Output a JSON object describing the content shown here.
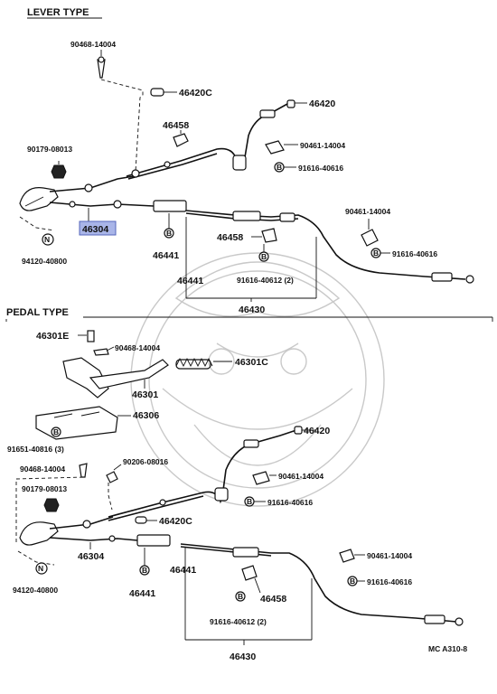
{
  "sections": {
    "lever_type": "LEVER TYPE",
    "pedal_type": "PEDAL TYPE"
  },
  "lever": {
    "p_90468_14004": "90468-14004",
    "p_46420C": "46420C",
    "p_46458a": "46458",
    "p_46420": "46420",
    "p_90179_08013": "90179-08013",
    "p_90461_14004a": "90461-14004",
    "p_91616_40616a": "91616-40616",
    "p_46304": "46304",
    "p_46441a": "46441",
    "p_46458b": "46458",
    "p_90461_14004b": "90461-14004",
    "p_91616_40616b": "91616-40616",
    "p_94120_40800": "94120-40800",
    "p_46441b": "46441",
    "p_91616_40612": "91616-40612 (2)",
    "p_46430": "46430"
  },
  "pedal": {
    "p_46301E": "46301E",
    "p_90468_14004a": "90468-14004",
    "p_46301C": "46301C",
    "p_46301": "46301",
    "p_46306": "46306",
    "p_91651_40816": "91651-40816 (3)",
    "p_90468_14004b": "90468-14004",
    "p_90206_08016": "90206-08016",
    "p_46420": "46420",
    "p_90179_08013": "90179-08013",
    "p_90461_14004a": "90461-14004",
    "p_91616_40616a": "91616-40616",
    "p_46420C": "46420C",
    "p_46304": "46304",
    "p_46441a": "46441",
    "p_90461_14004b": "90461-14004",
    "p_91616_40616b": "91616-40616",
    "p_94120_40800": "94120-40800",
    "p_46441b": "46441",
    "p_46458": "46458",
    "p_91616_40612": "91616-40612 (2)",
    "p_46430": "46430"
  },
  "symbols": {
    "nut_letter": "N",
    "bolt_letter": "B"
  },
  "footer": {
    "code": "MC  A310-8"
  },
  "highlight_color": "#a9b5e8",
  "highlighted_part": "46304"
}
